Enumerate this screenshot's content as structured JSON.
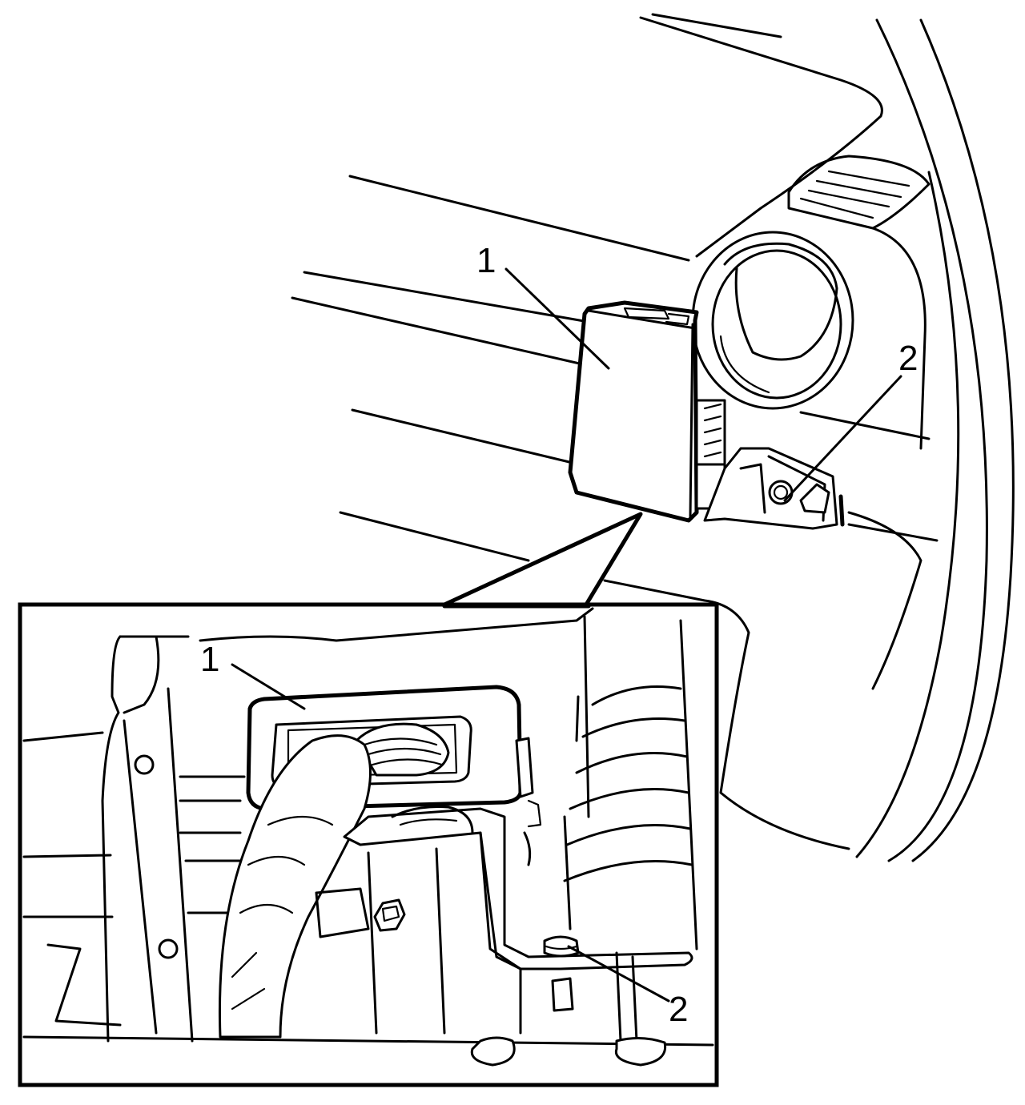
{
  "callouts": {
    "main_module": "1",
    "main_fastener": "2",
    "inset_module": "1",
    "inset_fastener": "2"
  }
}
